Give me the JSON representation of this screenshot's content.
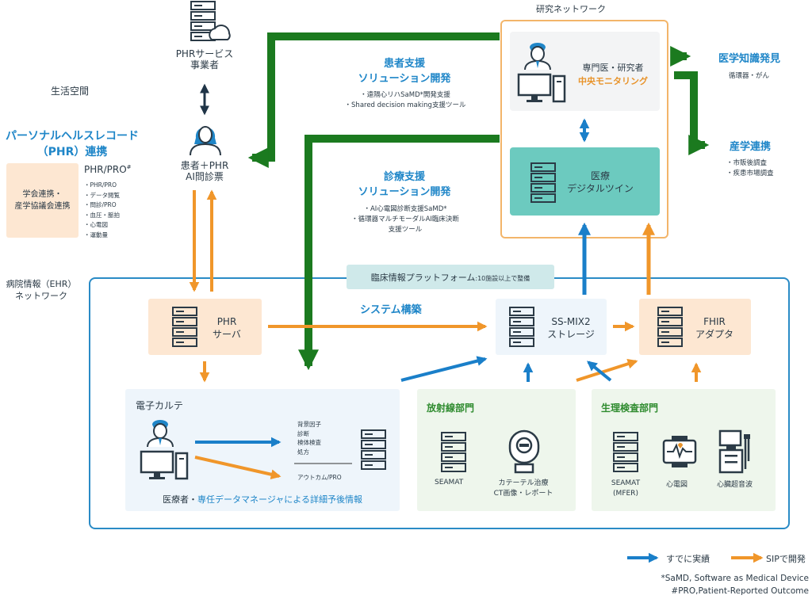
{
  "colors": {
    "blue_arrow": "#1a7fc9",
    "orange_arrow": "#f0962a",
    "green_arrow": "#1b7a1f",
    "title_blue": "#1f86c8",
    "teal_box": "#6ccabf",
    "peach_box": "#fde7d2",
    "light_blue_box": "#eef5fb",
    "light_green_box": "#eef6ec",
    "platform_tag": "#cfe9ea",
    "network_border": "#2a8bc6",
    "research_border": "#f3b56a"
  },
  "labels": {
    "phr_service": [
      "PHRサービス",
      "事業者"
    ],
    "life_space": "生活空間",
    "phr_link_title": "パーソナルヘルスレコード",
    "phr_link_subtitle": "（PHR）連携",
    "academic": [
      "学会連携・",
      "産学協議会連携"
    ],
    "phr_pro_title": "PHR/PRO",
    "phr_pro_mark": "#",
    "phr_pro_items": [
      "・PHR/PRO",
      "・データ閲覧",
      "・問診/PRO",
      "・血圧・脈拍",
      "・心電図",
      "・運動量"
    ],
    "patient": [
      "患者＋PHR",
      "AI問診票"
    ],
    "patient_support_title": [
      "患者支援",
      "ソリューション開発"
    ],
    "patient_support_items": [
      "・遠隔心リハSaMD*開発支援",
      "・Shared decision making支援ツール"
    ],
    "clinical_support_title": [
      "診療支援",
      "ソリューション開発"
    ],
    "clinical_support_items": [
      "・AI心電図診断支援SaMD*",
      "・循環器マルチモーダルAI臨床決断",
      "支援ツール"
    ],
    "research_network": "研究ネットワーク",
    "specialist": "専門医・研究者",
    "central_monitoring": "中央モニタリング",
    "digital_twin": [
      "医療",
      "デジタルツイン"
    ],
    "medical_knowledge": "医学知識発見",
    "medical_knowledge_sub": "循環器・がん",
    "industry": "産学連携",
    "industry_items": [
      "・市販後調査",
      "・疾患市場調査"
    ],
    "hospital_network": [
      "病院情報（EHR）",
      "ネットワーク"
    ],
    "platform_main": "臨床情報プラットフォーム",
    "platform_sub": ":10施設以上で整備",
    "phr_server": [
      "PHR",
      "サーバ"
    ],
    "system_build": "システム構築",
    "ssmix": [
      "SS-MIX2",
      "ストレージ"
    ],
    "fhir": [
      "FHIR",
      "アダプタ"
    ],
    "ehr_title": "電子カルテ",
    "ehr_items": [
      "背景因子",
      "診断",
      "検体検査",
      "処方"
    ],
    "ehr_outcome": "アウトカム/PRO",
    "ehr_footer_a": "医療者・",
    "ehr_footer_b": "専任データマネージャによる詳細予後情報",
    "radiology_title": "放射線部門",
    "seamat": "SEAMAT",
    "catheter": [
      "カテーテル治療",
      "CT画像・レポート"
    ],
    "physio_title": "生理検査部門",
    "seamat_mfer": [
      "SEAMAT",
      "(MFER)"
    ],
    "ecg": "心電図",
    "echo": "心臓超音波",
    "legend_done": "すでに実績",
    "legend_sip": "SIPで開発",
    "footnote1": "*SaMD, Software as Medical Device",
    "footnote2": "#PRO,Patient-Reported Outcome"
  }
}
